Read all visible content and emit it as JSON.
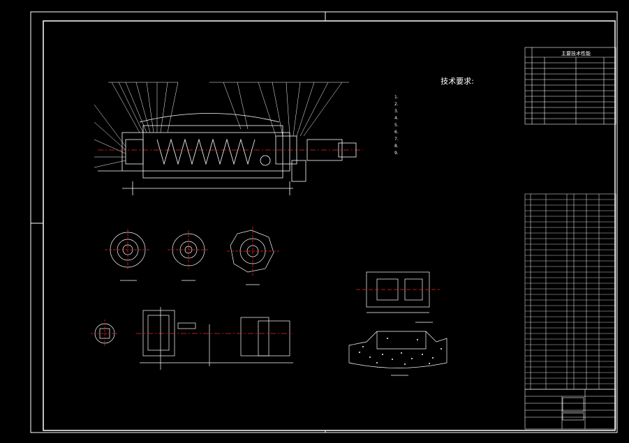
{
  "drawing": {
    "notes_title": "技术要求:",
    "notes": [
      "1.",
      "2.",
      "3.",
      "4.",
      "5.",
      "6.",
      "7.",
      "8.",
      "9."
    ],
    "spec_table_title": "主要技术性能",
    "colors": {
      "background": "#000000",
      "border": "#ffffff",
      "line": "#ffffff",
      "accent": "#ff2020"
    }
  }
}
